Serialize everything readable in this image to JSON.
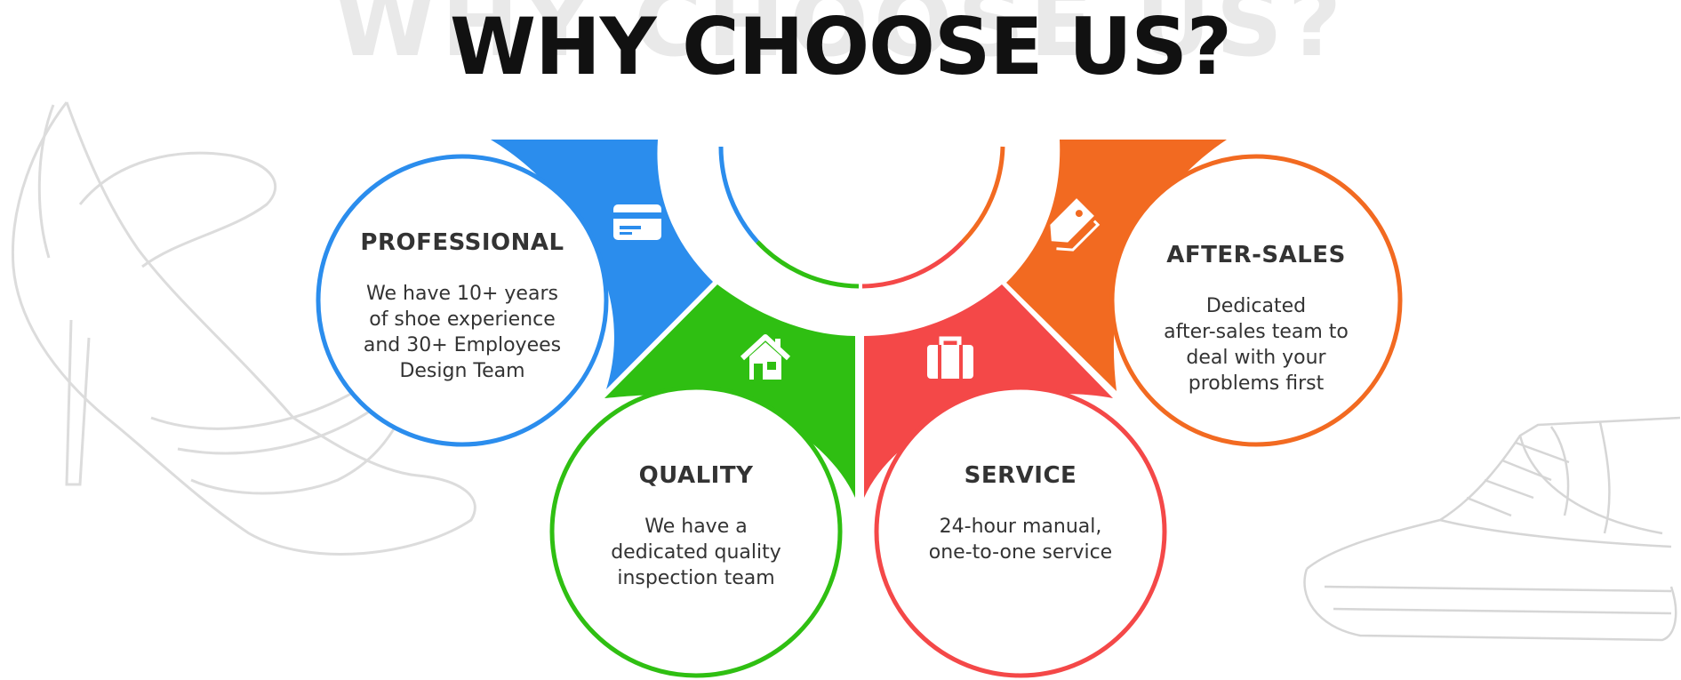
{
  "heading": {
    "title": "WHY CHOOSE US?",
    "shadow_title": "WHY CHOOSE US?"
  },
  "colors": {
    "blue": "#2b8ded",
    "green": "#2fbf12",
    "red": "#f44848",
    "orange": "#f26a21",
    "sketch": "#dedede"
  },
  "features": [
    {
      "key": "professional",
      "title": "PROFESSIONAL",
      "text": "We have 10+ years\nof shoe experience\nand 30+ Employees\nDesign Team",
      "icon": "credit-card-icon",
      "color": "#2b8ded"
    },
    {
      "key": "quality",
      "title": "QUALITY",
      "text": "We have a\ndedicated quality\ninspection team",
      "icon": "house-icon",
      "color": "#2fbf12"
    },
    {
      "key": "service",
      "title": "SERVICE",
      "text": "24-hour manual,\none-to-one service",
      "icon": "briefcase-icon",
      "color": "#f44848"
    },
    {
      "key": "after_sales",
      "title": "AFTER-SALES",
      "text": "Dedicated\nafter-sales team to\ndeal with your\nproblems first",
      "icon": "price-tag-icon",
      "color": "#f26a21"
    }
  ]
}
